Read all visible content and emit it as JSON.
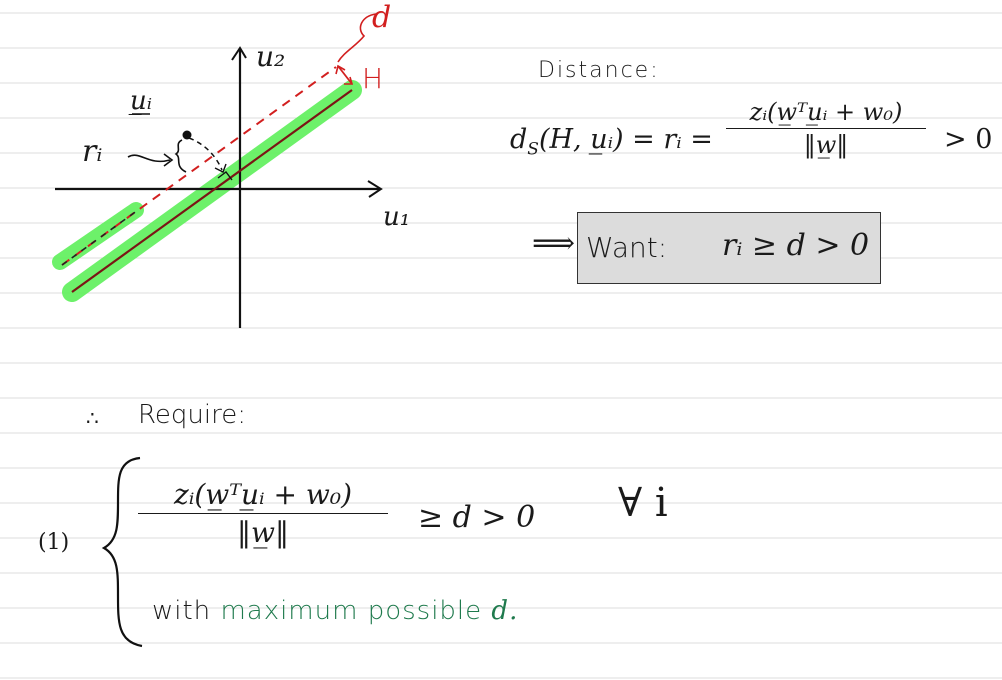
{
  "diagram": {
    "axis_labels": {
      "vertical": "u₂",
      "horizontal": "u₁"
    },
    "point_label": "u̲ᵢ",
    "distance_label": "rᵢ",
    "margin_label": "d",
    "hyperplane_label": "H"
  },
  "distance": {
    "heading": "Distance:",
    "lhs": "d",
    "lhs_sub": "S",
    "lhs_args": "(H, u̲ᵢ) = rᵢ =",
    "numerator": "zᵢ(w̲ᵀu̲ᵢ + w₀)",
    "denominator": "‖w̲‖",
    "rhs": "> 0"
  },
  "want": {
    "arrow": "⟹",
    "label": "Want:",
    "expr": "rᵢ ≥ d > 0"
  },
  "require": {
    "therefore": "∴",
    "heading": "Require:",
    "eq_number": "(1)",
    "numerator": "zᵢ(w̲ᵀu̲ᵢ + w₀)",
    "denominator": "‖w̲‖",
    "inequality": "≥ d > 0",
    "quantifier": "∀ i",
    "with_text": "with",
    "green_text": "maximum possible",
    "end_text": "d."
  }
}
